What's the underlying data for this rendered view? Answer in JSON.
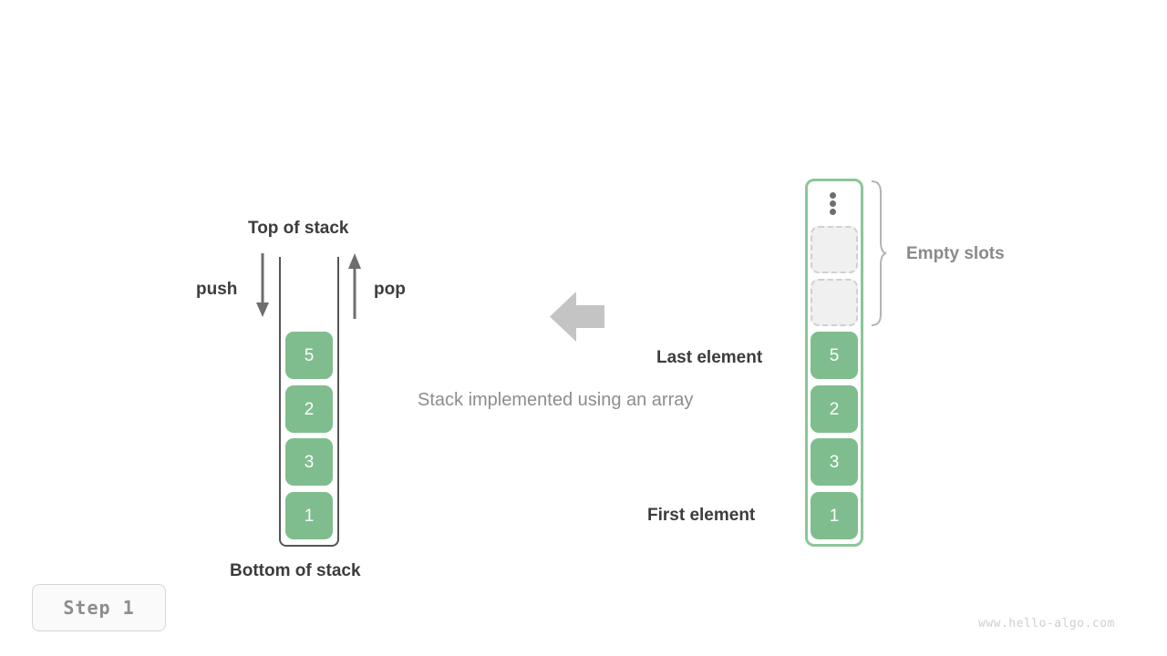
{
  "diagram": {
    "caption": "Stack implemented using an array",
    "step_label": "Step  1",
    "watermark": "www.hello-algo.com",
    "colors": {
      "cell_fill": "#7fbd8e",
      "array_border": "#8cc69a",
      "stack_border": "#555555",
      "empty_slot_fill": "#f0f0f0",
      "empty_slot_border": "#d0d0d0",
      "arrow_gray": "#c4c4c4",
      "text_dark": "#3c3c3c",
      "text_gray": "#8d8d8d"
    }
  },
  "stack_view": {
    "top_label": "Top of stack",
    "bottom_label": "Bottom of stack",
    "push_label": "push",
    "pop_label": "pop",
    "values": [
      "5",
      "2",
      "3",
      "1"
    ]
  },
  "array_view": {
    "empty_label": "Empty slots",
    "last_element_label": "Last element",
    "first_element_label": "First element",
    "ellipsis_icon": "vertical-ellipsis-icon",
    "empty_slot_count": 2,
    "values": [
      "5",
      "2",
      "3",
      "1"
    ]
  }
}
